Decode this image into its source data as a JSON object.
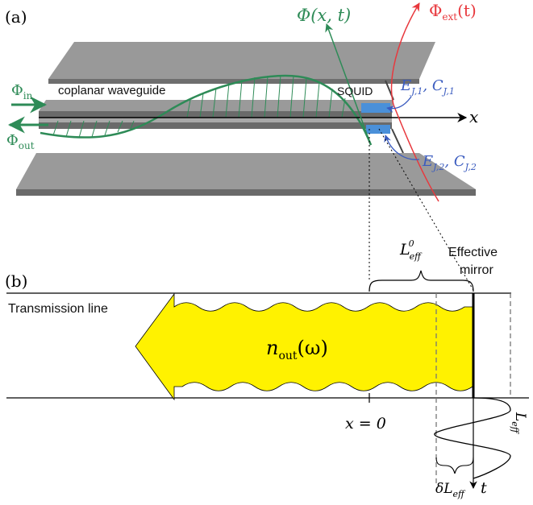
{
  "panel_a": {
    "label": "(a)",
    "waveguide_label": "coplanar waveguide",
    "squid_label": "SQUID",
    "phi_in": "Φ",
    "phi_in_sub": "in",
    "phi_out": "Φ",
    "phi_out_sub": "out",
    "phi_xt": "Φ(x, t)",
    "phi_ext": "Φ",
    "phi_ext_sub": "ext",
    "phi_ext_arg": "(t)",
    "x_axis": "x",
    "ej1": "E",
    "ej1_sub": "J,1",
    "cj1": ", C",
    "cj1_sub": "J,1",
    "ej2": "E",
    "ej2_sub": "J,2",
    "cj2": ", C",
    "cj2_sub": "J,2",
    "colors": {
      "green": "#2e8b57",
      "red": "#e8383d",
      "blue": "#3a5bbf",
      "squid": "#4a90d9"
    }
  },
  "panel_b": {
    "label": "(b)",
    "transmission_line": "Transmission line",
    "n_out": "n",
    "n_out_sub": "out",
    "n_out_arg": "(ω)",
    "effective_1": "Effective",
    "effective_2": "mirror",
    "leff0": "L",
    "leff0_sub": "eff",
    "leff0_sup": "0",
    "x_zero": "x = 0",
    "leff_axis": "L",
    "leff_axis_sub": "eff",
    "dleff": "δL",
    "dleff_sub": "eff",
    "t_axis": "t",
    "colors": {
      "arrow_fill": "#fff200"
    }
  }
}
